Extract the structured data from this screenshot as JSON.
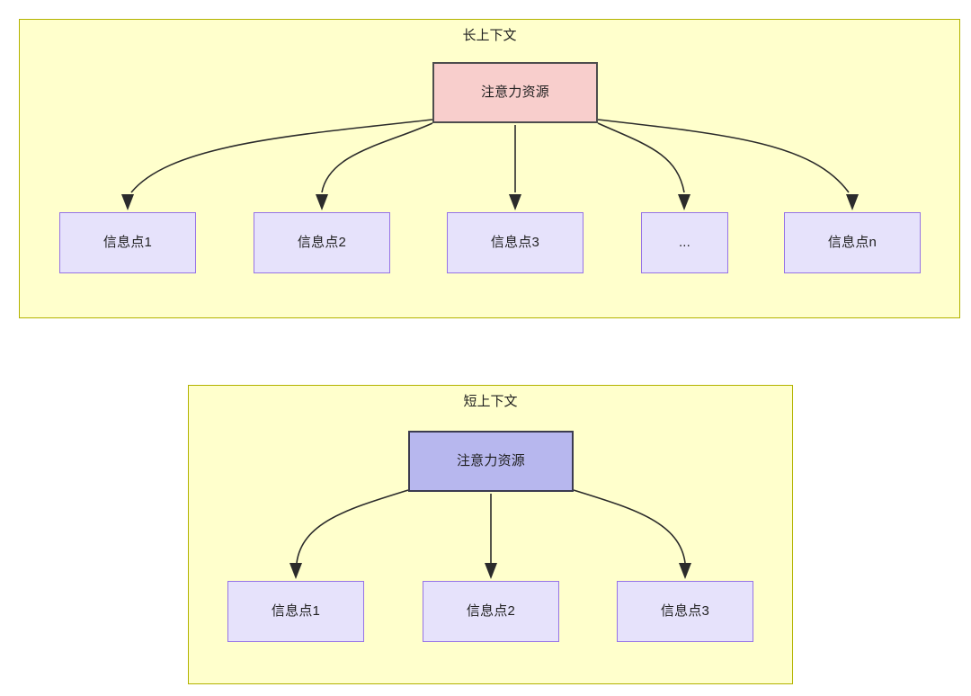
{
  "diagram": {
    "title_semantic": "attention-resource-context-comparison",
    "background_color": "#ffffff",
    "palette": {
      "group_fill": "#ffffcc",
      "group_stroke": "#b3b300",
      "attention_long_fill": "#f8cecc",
      "attention_long_stroke": "#4d4d4d",
      "attention_short_fill": "#b7b7ee",
      "attention_short_stroke": "#3b3b4f",
      "info_fill": "#e6e2fb",
      "info_stroke": "#9673e6",
      "edge_stroke": "#2b2b2b",
      "text_color": "#1f1f1f"
    }
  },
  "groups": [
    {
      "id": "long-context",
      "title": "长上下文",
      "source": {
        "label": "注意力资源"
      },
      "targets": [
        {
          "label": "信息点1"
        },
        {
          "label": "信息点2"
        },
        {
          "label": "信息点3"
        },
        {
          "label": "..."
        },
        {
          "label": "信息点n"
        }
      ]
    },
    {
      "id": "short-context",
      "title": "短上下文",
      "source": {
        "label": "注意力资源"
      },
      "targets": [
        {
          "label": "信息点1"
        },
        {
          "label": "信息点2"
        },
        {
          "label": "信息点3"
        }
      ]
    }
  ]
}
